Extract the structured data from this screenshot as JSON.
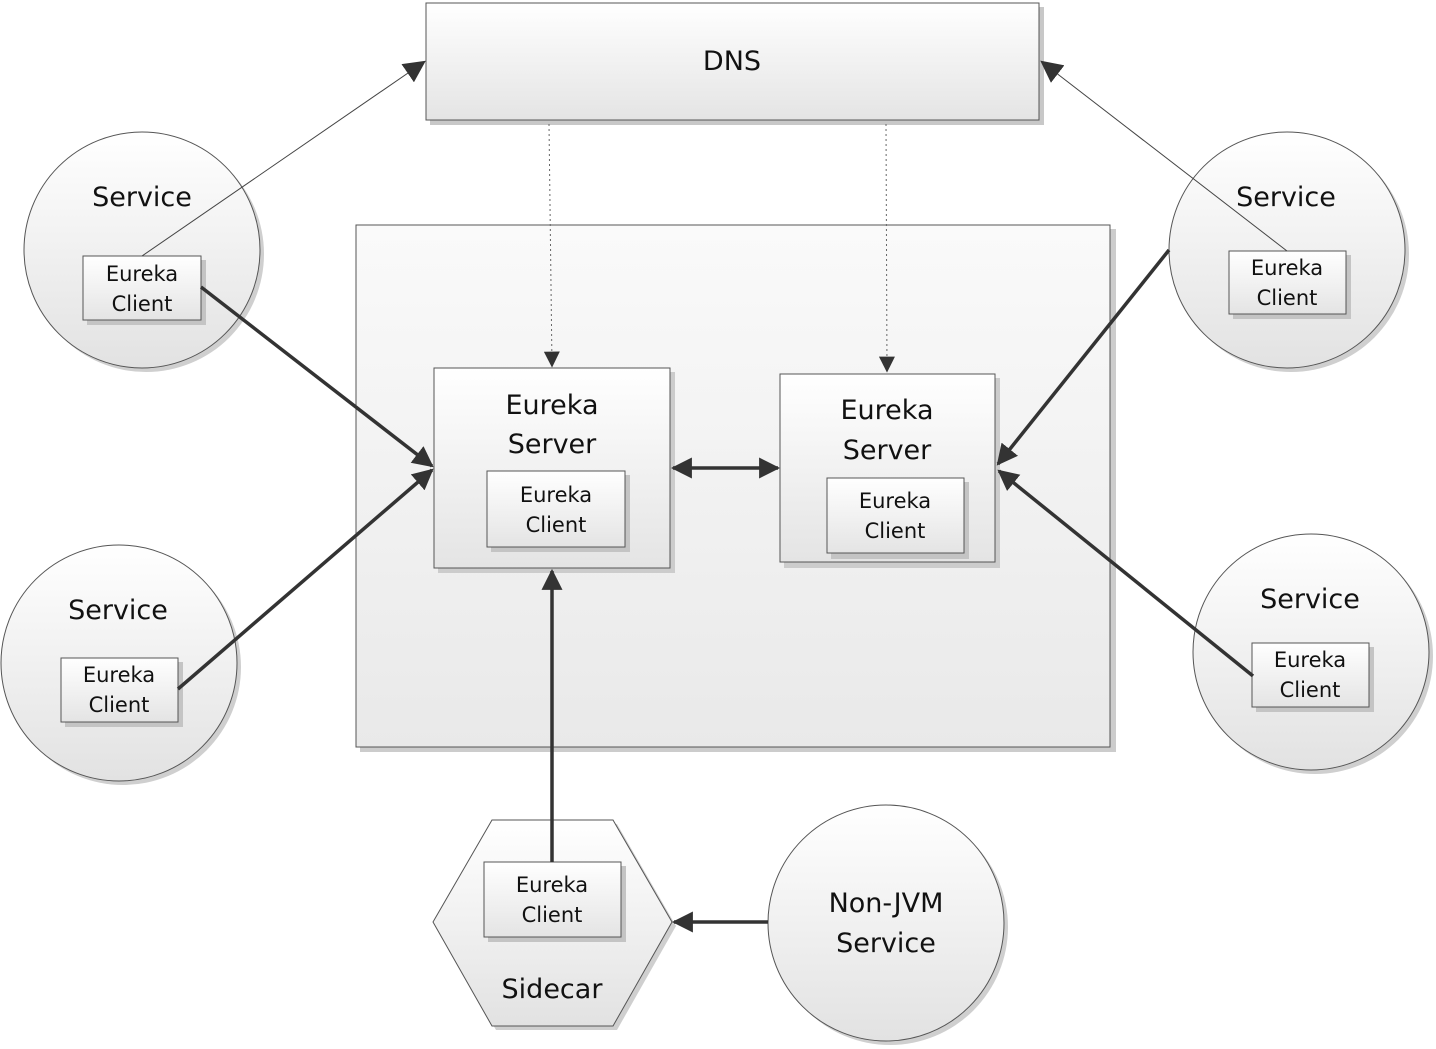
{
  "diagram": {
    "dns": {
      "label": "DNS"
    },
    "servers": [
      {
        "title_line1": "Eureka",
        "title_line2": "Server",
        "client_line1": "Eureka",
        "client_line2": "Client"
      },
      {
        "title_line1": "Eureka",
        "title_line2": "Server",
        "client_line1": "Eureka",
        "client_line2": "Client"
      }
    ],
    "services": [
      {
        "label": "Service",
        "client_line1": "Eureka",
        "client_line2": "Client"
      },
      {
        "label": "Service",
        "client_line1": "Eureka",
        "client_line2": "Client"
      },
      {
        "label": "Service",
        "client_line1": "Eureka",
        "client_line2": "Client"
      },
      {
        "label": "Service",
        "client_line1": "Eureka",
        "client_line2": "Client"
      }
    ],
    "sidecar": {
      "label": "Sidecar",
      "client_line1": "Eureka",
      "client_line2": "Client"
    },
    "non_jvm": {
      "label_line1": "Non-JVM",
      "label_line2": "Service"
    }
  },
  "colors": {
    "box_fill_top": "#ffffff",
    "box_fill_bottom": "#e6e6e6",
    "border": "#555555",
    "arrow": "#333333",
    "shadow": "#bdbdbd"
  }
}
